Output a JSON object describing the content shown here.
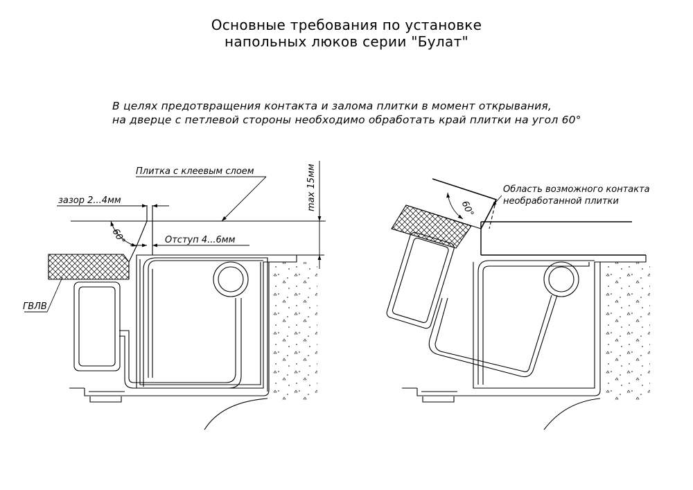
{
  "title": {
    "line1": "Основные требования по установке",
    "line2": "напольных люков серии \"Булат\""
  },
  "note": {
    "line1": "В целях предотвращения контакта и залома плитки в момент открывания,",
    "line2": "на дверце с петлевой стороны необходимо обработать край плитки на угол 60°"
  },
  "left_drawing": {
    "tile_label": "Плитка с клеевым слоем",
    "gap_label": "зазор 2...4мм",
    "angle_label": "60°",
    "offset_label": "Отступ 4...6мм",
    "max_label": "max 15мм",
    "board_label": "ГВЛВ"
  },
  "right_drawing": {
    "angle_label": "60°",
    "contact_label_line1": "Область возможного контакта",
    "contact_label_line2": "необработанной плитки"
  }
}
